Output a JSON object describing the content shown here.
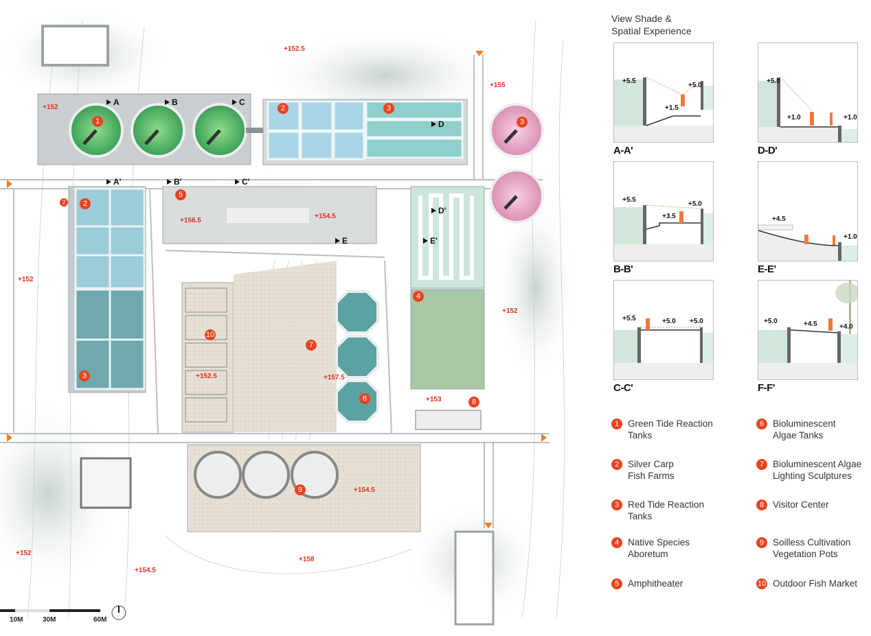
{
  "panel": {
    "title_line1": "View Shade &",
    "title_line2": "Spatial Experience"
  },
  "sections": [
    {
      "label": "A-A'",
      "elevations": [
        "+5.5",
        "+5.0",
        "+1.5"
      ]
    },
    {
      "label": "D-D'",
      "elevations": [
        "+5.0",
        "+1.0",
        "+1.0"
      ]
    },
    {
      "label": "B-B'",
      "elevations": [
        "+5.5",
        "+5.0",
        "+3.5"
      ]
    },
    {
      "label": "E-E'",
      "elevations": [
        "+4.5",
        "+1.0"
      ]
    },
    {
      "label": "C-C'",
      "elevations": [
        "+5.5",
        "+5.0",
        "+5.0"
      ]
    },
    {
      "label": "F-F'",
      "elevations": [
        "+5.0",
        "+4.5",
        "+4.0"
      ]
    }
  ],
  "legend": [
    {
      "num": "1",
      "line1": "Green Tide Reaction",
      "line2": "Tanks"
    },
    {
      "num": "2",
      "line1": "Silver Carp",
      "line2": "Fish Farms"
    },
    {
      "num": "3",
      "line1": "Red Tide Reaction",
      "line2": "Tanks"
    },
    {
      "num": "4",
      "line1": "Native Species",
      "line2": "Aboretum"
    },
    {
      "num": "5",
      "line1": "Amphitheater",
      "line2": ""
    },
    {
      "num": "6",
      "line1": "Bioluminescent",
      "line2": "Algae Tanks"
    },
    {
      "num": "7",
      "line1": "Bioluminescent Algae",
      "line2": "Lighting Sculptures"
    },
    {
      "num": "8",
      "line1": "Visitor Center",
      "line2": ""
    },
    {
      "num": "9",
      "line1": "Soilless Cultivation",
      "line2": "Vegetation Pots"
    },
    {
      "num": "10",
      "line1": "Outdoor Fish Market",
      "line2": ""
    }
  ],
  "plan": {
    "elevations": [
      "+152.5",
      "+155",
      "+152",
      "+156.5",
      "+154.5",
      "+152",
      "+152",
      "+152.5",
      "+157.5",
      "+153",
      "+154.5",
      "+152",
      "+154.5",
      "+158"
    ],
    "markers": [
      "1",
      "2",
      "3",
      "3",
      "2",
      "2",
      "5",
      "3",
      "10",
      "7",
      "6",
      "4",
      "8",
      "9"
    ],
    "section_marks": [
      "A",
      "B",
      "C",
      "A'",
      "B'",
      "C'",
      "D",
      "D'",
      "E",
      "E'"
    ]
  },
  "scale": {
    "labels": [
      "10M",
      "30M",
      "60M"
    ]
  },
  "colors": {
    "accent": "#e8431f",
    "elevation": "#e0301e",
    "green_tank": "#5bbf6a",
    "pink_tank": "#e8a9c8",
    "water": "#a9d4df"
  }
}
